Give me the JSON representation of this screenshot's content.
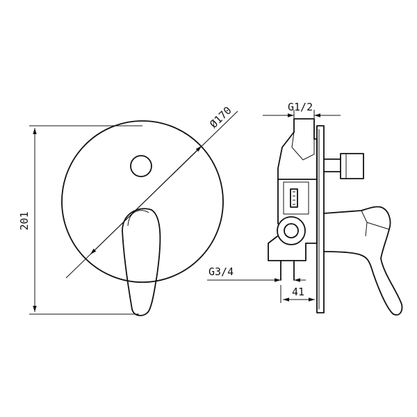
{
  "dimensions": {
    "height": "201",
    "diameter": "Ø170",
    "inlet_top": "G1/2",
    "inlet_bottom": "G3/4",
    "depth": "41"
  }
}
